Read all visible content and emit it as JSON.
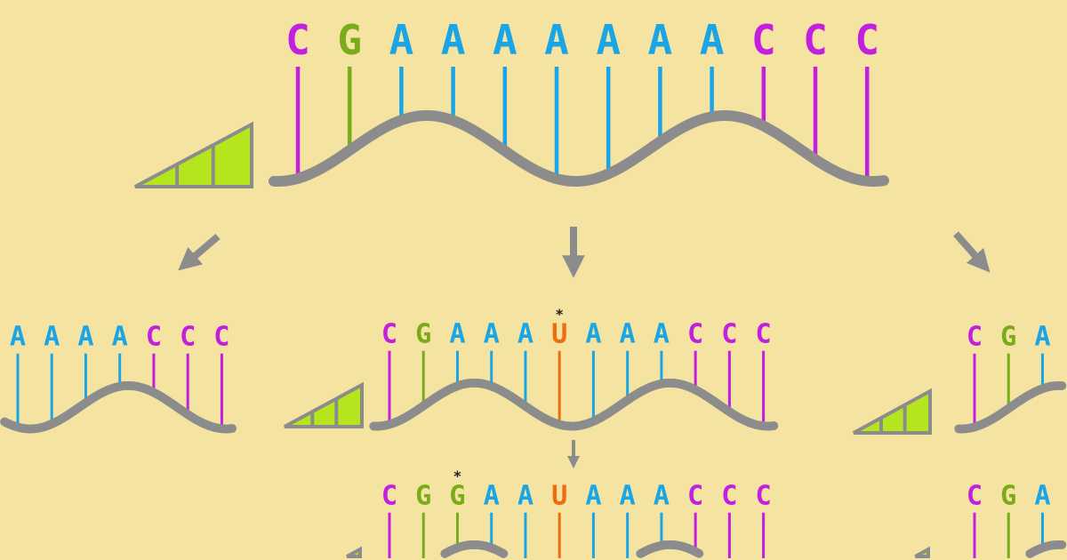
{
  "colors": {
    "background": "#f4e3a1",
    "C": "#c21fe0",
    "G": "#7aac1a",
    "A": "#1aa6e6",
    "U": "#ee6d10",
    "backbone": "#8c8c8c",
    "wedge": "#b5e61d"
  },
  "mutation_marker": "*",
  "strands": [
    {
      "id": "top",
      "sequence": "CGAAAAAAACCC",
      "mutated_index": null
    },
    {
      "id": "middle",
      "sequence": "CGAAAUAAACCC",
      "mutated_index": 5
    },
    {
      "id": "left",
      "sequence": "CGAAAAAAACCC",
      "mutated_index": null
    },
    {
      "id": "right",
      "sequence": "CGAAAAAAACCC",
      "mutated_index": null
    },
    {
      "id": "bottom",
      "sequence": "CGGAAUAAACCC",
      "mutated_index": 2
    },
    {
      "id": "bottom-right",
      "sequence": "CGAAAAAAACCC",
      "mutated_index": null
    }
  ],
  "icons": [
    "arrow-down-left-icon",
    "arrow-down-icon",
    "arrow-down-right-icon",
    "wedge-icon"
  ]
}
